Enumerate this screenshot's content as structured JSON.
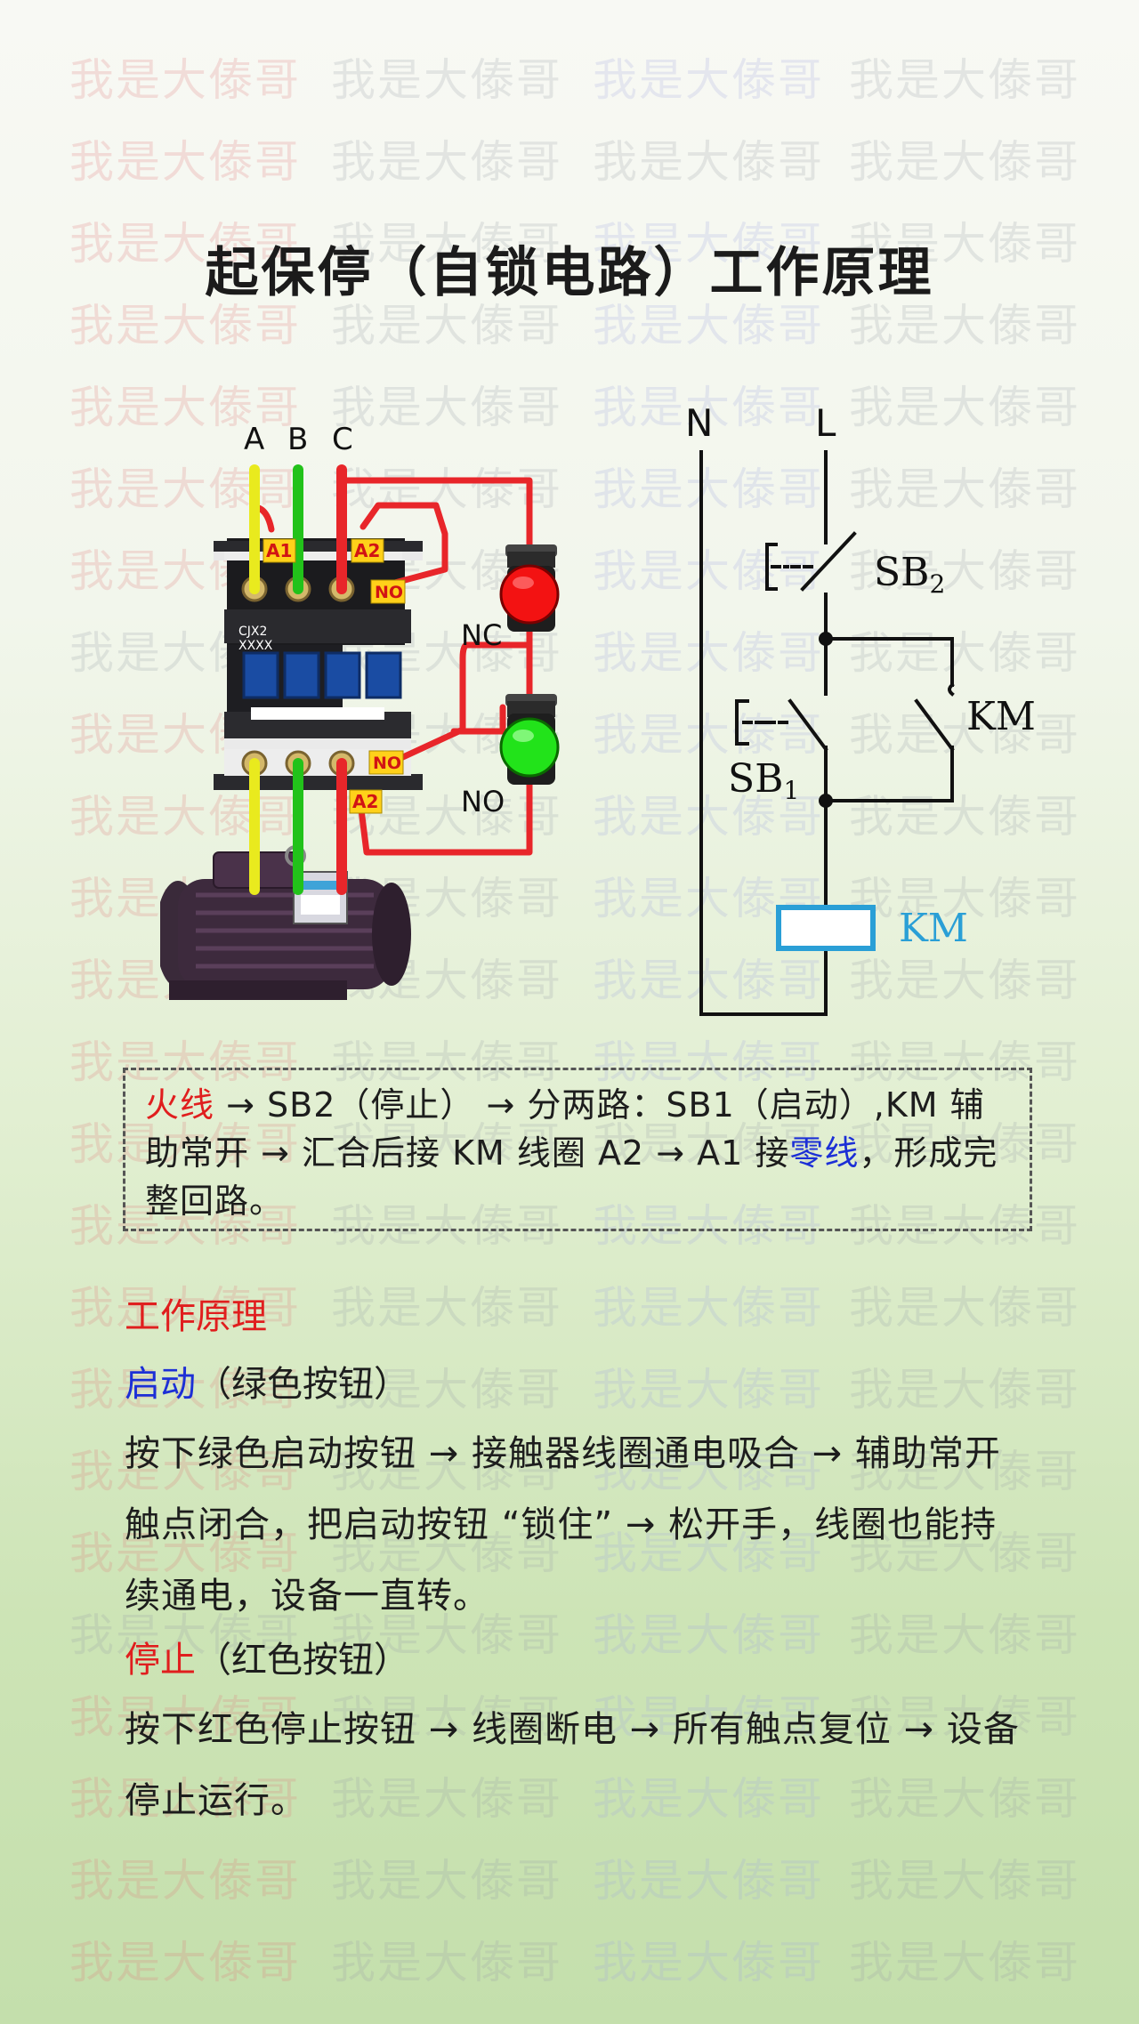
{
  "watermark_text": "我是大傣哥",
  "title": "起保停（自锁电路）工作原理",
  "wiring": {
    "phase_a": "A",
    "phase_b": "B",
    "phase_c": "C",
    "terminal_a1": "A1",
    "terminal_a2_top": "A2",
    "terminal_no_top": "NO",
    "terminal_no_bottom": "NO",
    "terminal_a2_bottom": "A2",
    "model_line1": "CJX2",
    "model_line2": "XXXX",
    "nc_label": "NC",
    "no_label": "NO"
  },
  "ladder": {
    "n_label": "N",
    "l_label": "L",
    "sb2_label": "SB",
    "sb2_sub": "2",
    "sb1_label": "SB",
    "sb1_sub": "1",
    "km_contact_label": "KM",
    "km_coil_label": "KM"
  },
  "summary": {
    "live_wire": "火线",
    "part1": " → SB2（停止） → 分两路：SB1（启动）,KM 辅助常开 → 汇合后接 KM 线圈 A2 → A1 接",
    "neutral_wire": "零线",
    "part2": "，形成完整回路。"
  },
  "principle": {
    "heading": "工作原理",
    "start_label": "启动",
    "start_note": "（绿色按钮）",
    "start_text": "按下绿色启动按钮 → 接触器线圈通电吸合 → 辅助常开触点闭合，把启动按钮 “锁住” → 松开手，线圈也能持续通电，设备一直转。",
    "stop_label": "停止",
    "stop_note": "（红色按钮）",
    "stop_text": "按下红色停止按钮 → 线圈断电 → 所有触点复位 → 设备停止运行。"
  },
  "colors": {
    "red": "#e01e1e",
    "blue": "#1c2fd6",
    "coil": "#2a9fd6",
    "wire_red": "#e8262a",
    "wire_green": "#22c21a",
    "wire_yellow": "#e9ea1e"
  }
}
